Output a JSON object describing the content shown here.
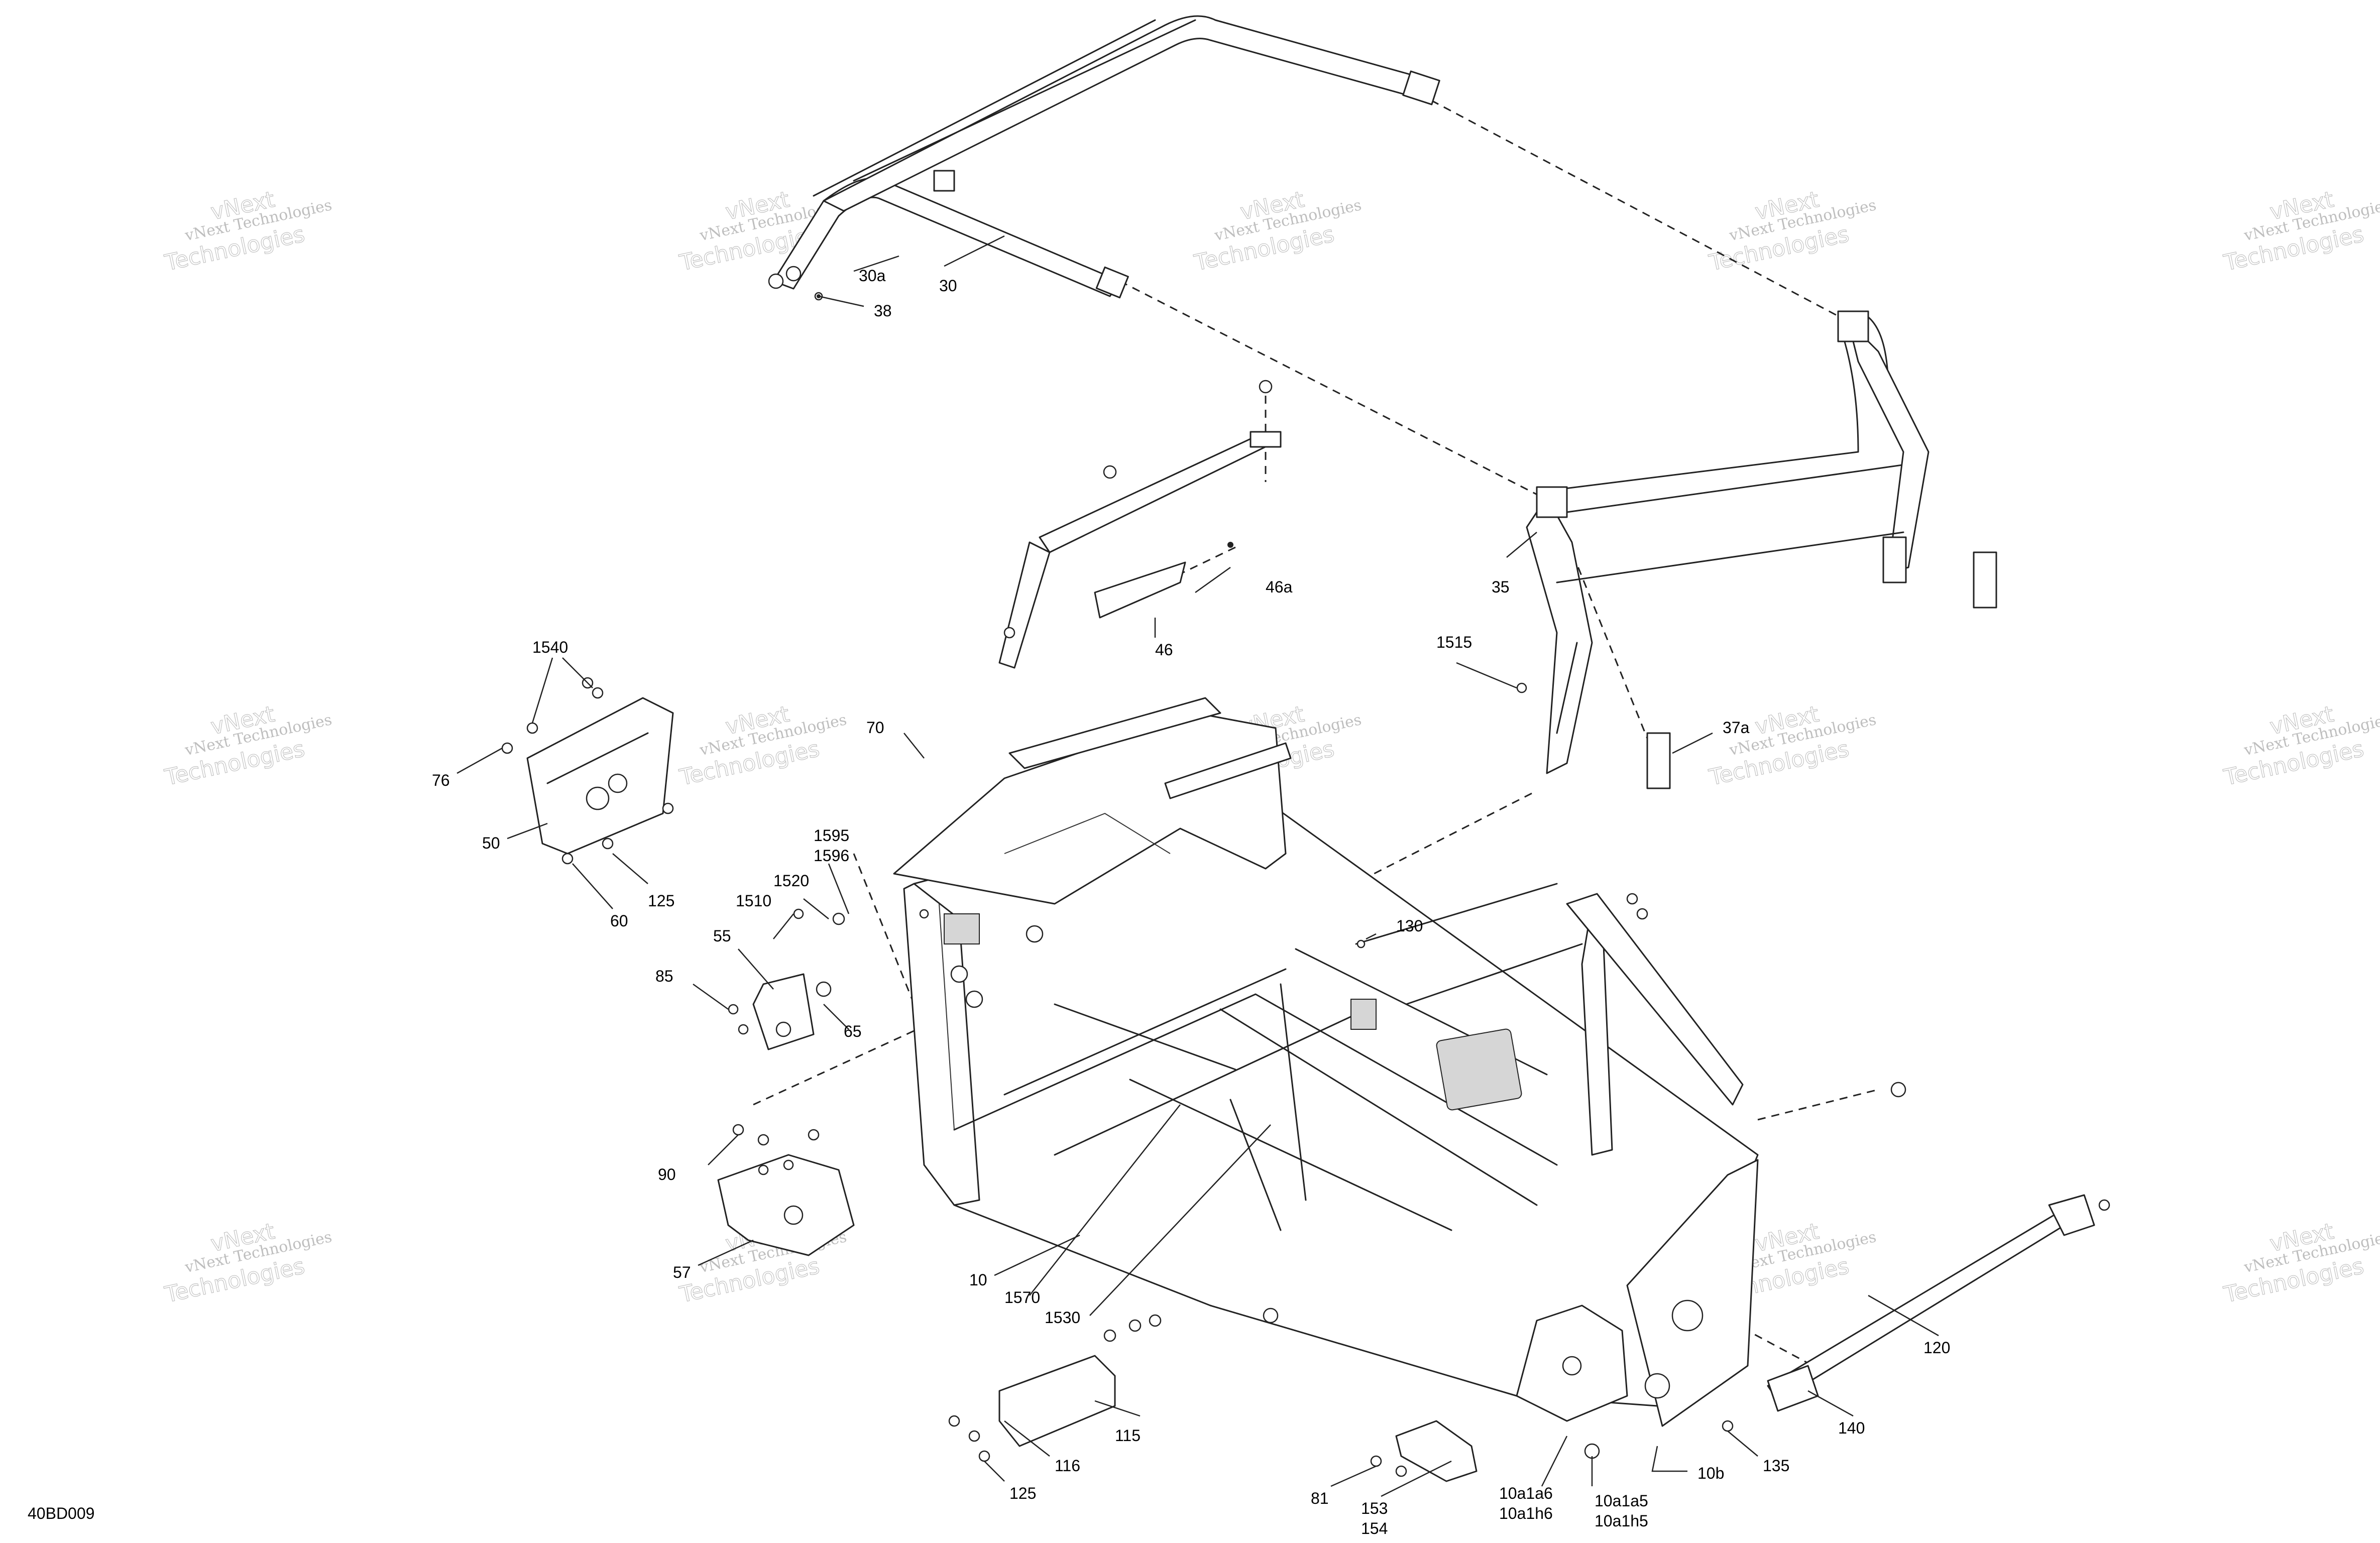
{
  "diagram_id": "40BD009",
  "watermark": {
    "line1": "vNext Technologies",
    "line2": "Technologies",
    "top": "vNext"
  },
  "callouts": {
    "c30a": "30a",
    "c30": "30",
    "c38": "38",
    "c35": "35",
    "c46a": "46a",
    "c46": "46",
    "c1515": "1515",
    "c37a": "37a",
    "c1540": "1540",
    "c76": "76",
    "c50": "50",
    "c125a": "125",
    "c60": "60",
    "c70": "70",
    "c1595": "1595",
    "c1596": "1596",
    "c1520": "1520",
    "c1510": "1510",
    "c55": "55",
    "c85": "85",
    "c65": "65",
    "c130": "130",
    "c90": "90",
    "c57": "57",
    "c10": "10",
    "c1570": "1570",
    "c1530": "1530",
    "c115": "115",
    "c116": "116",
    "c125b": "125",
    "c81": "81",
    "c153": "153",
    "c154": "154",
    "c10a1a6": "10a1a6",
    "c10a1h6": "10a1h6",
    "c10a1a5": "10a1a5",
    "c10a1h5": "10a1h5",
    "c10b": "10b",
    "c135": "135",
    "c140": "140",
    "c120": "120"
  }
}
